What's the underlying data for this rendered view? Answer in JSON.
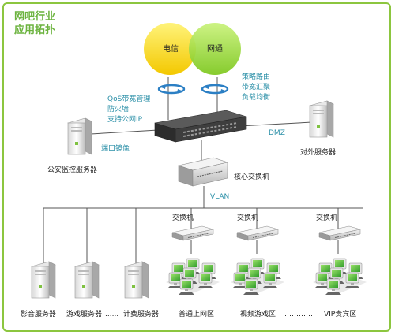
{
  "title": {
    "line1": "网吧行业",
    "line2": "应用拓扑"
  },
  "isp": {
    "telecom": "电信",
    "netcom": "网通"
  },
  "router_features_left": [
    "QoS带宽管理",
    "防火墙",
    "支持公网IP"
  ],
  "router_features_right": [
    "策略路由",
    "带宽汇聚",
    "负载均衡"
  ],
  "labels": {
    "port_mirror": "端口镜像",
    "dmz": "DMZ",
    "police_server": "公安监控服务器",
    "external_server": "对外服务器",
    "core_switch": "核心交换机",
    "vlan": "VLAN",
    "switch": "交换机"
  },
  "servers": [
    "影音服务器",
    "游戏服务器",
    "计费服务器"
  ],
  "servers_ellipsis": "......",
  "zones": [
    "普通上网区",
    "视频游戏区",
    "VIP贵宾区"
  ],
  "zones_ellipsis": "…………",
  "colors": {
    "accent_green": "#8cc63f",
    "telecom_yellow": "#f5d000",
    "netcom_green": "#8dd422",
    "teal_text": "#2a8fa7"
  }
}
